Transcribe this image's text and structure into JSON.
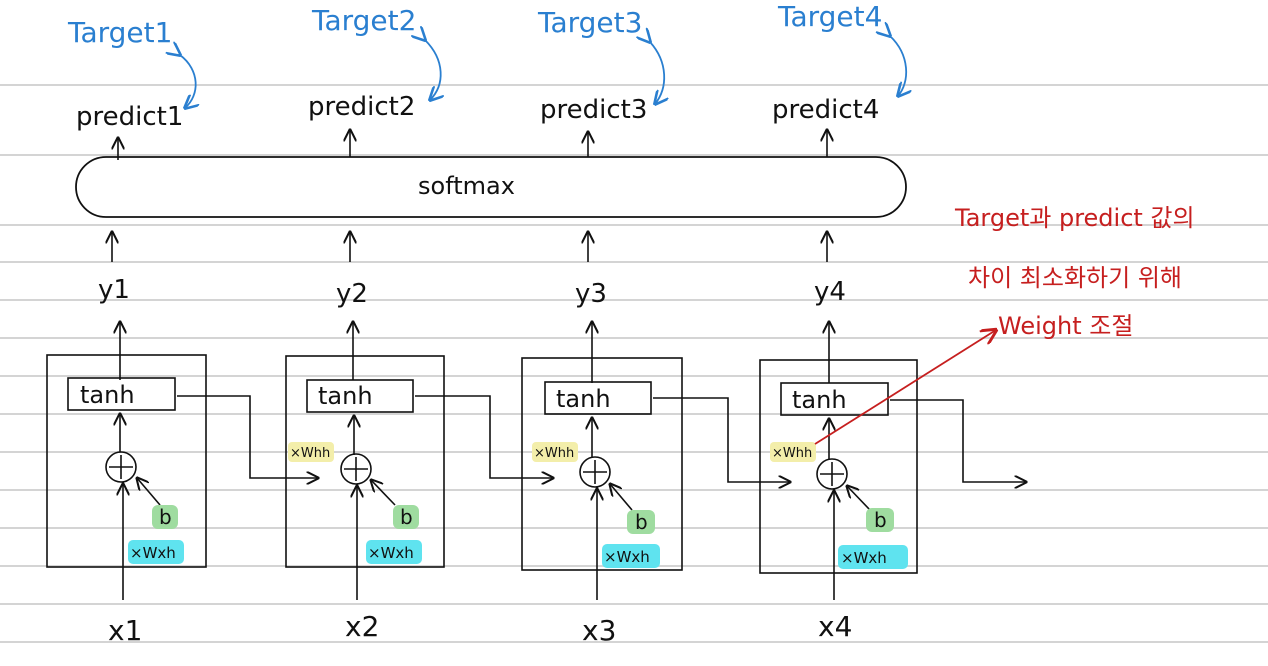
{
  "targets": [
    "Target1",
    "Target2",
    "Target3",
    "Target4"
  ],
  "predicts": [
    "predict1",
    "predict2",
    "predict3",
    "predict4"
  ],
  "softmax_label": "softmax",
  "outputs": [
    "y1",
    "y2",
    "y3",
    "y4"
  ],
  "inputs": [
    "x1",
    "x2",
    "x3",
    "x4"
  ],
  "activation_label": "tanh",
  "plus_symbol": "⊕",
  "bias_label": "b",
  "input_weight_label": "×Wxh",
  "hidden_weight_label": "×Whh",
  "note": {
    "line1": "Target과  predict 값의",
    "line2": "차이  최소화하기  위해",
    "line3": "Weight  조절"
  },
  "colors": {
    "target_text": "#2a7fd0",
    "note_text": "#c61f1f",
    "cyan_highlight": "#5fe3ef",
    "green_highlight": "#9fdca0",
    "yellow_highlight": "#f3eeaa",
    "ruled_line": "#d4d4d4"
  }
}
